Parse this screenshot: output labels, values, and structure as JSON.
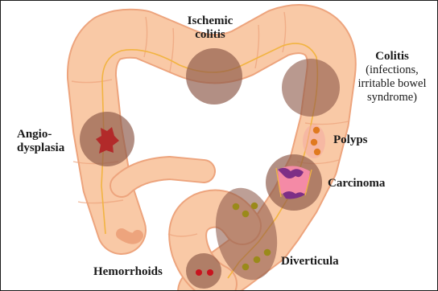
{
  "labels": {
    "ischemic_colitis": [
      "Ischemic",
      "colitis"
    ],
    "colitis": {
      "title": "Colitis",
      "details": [
        "(infections,",
        "irritable bowel",
        "syndrome)"
      ]
    },
    "angiodysplasia": [
      "Angio-",
      "dysplasia"
    ],
    "polyps": "Polyps",
    "carcinoma": "Carcinoma",
    "diverticula": "Diverticula",
    "hemorrhoids": "Hemorrhoids"
  },
  "colors": {
    "colon_fill": "#f9c9a6",
    "colon_outline": "#eda47d",
    "vessel": "#f2b441",
    "lesion_circle": "#8e5a4a",
    "diverticula_dot": "#9a8a1a",
    "polyp_dot": "#e07a1f",
    "hemorrhoid_dot": "#c8141e",
    "carcinoma_pink": "#f48aa6",
    "carcinoma_purple": "#7d2f86",
    "angio_red": "#b22a2a"
  }
}
